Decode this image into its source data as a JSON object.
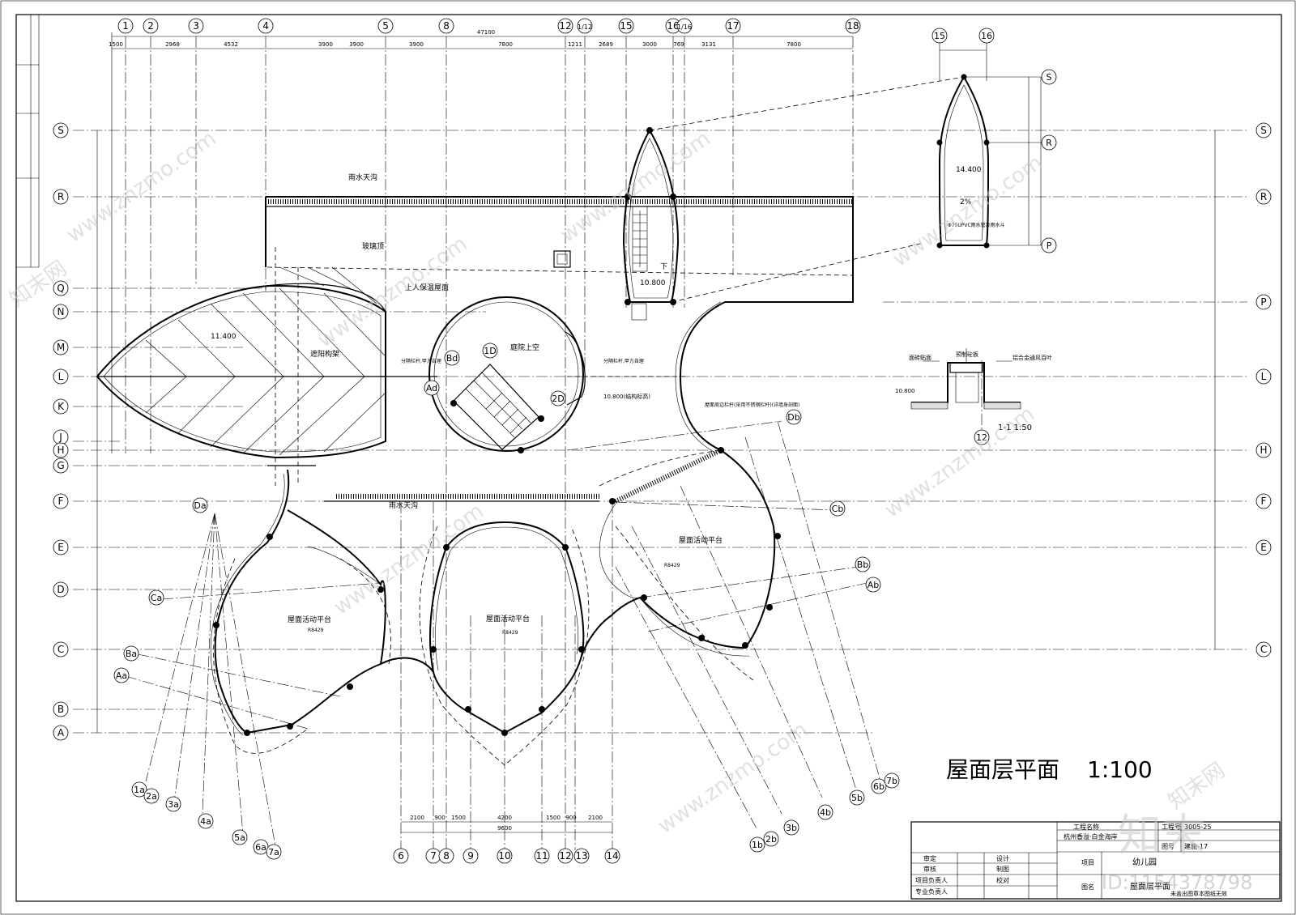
{
  "sheet": {
    "title": "屋面层平面",
    "scale": "1:100"
  },
  "axes": {
    "top": [
      "1",
      "2",
      "3",
      "4",
      "5",
      "8",
      "12",
      "1/12",
      "15",
      "16",
      "1/16",
      "17",
      "18"
    ],
    "bottom": [
      "6",
      "7",
      "8",
      "9",
      "10",
      "11",
      "12",
      "13",
      "14"
    ],
    "left": [
      "S",
      "R",
      "Q",
      "N",
      "M",
      "L",
      "K",
      "J",
      "H",
      "G",
      "F",
      "E",
      "D",
      "C",
      "B",
      "A"
    ],
    "right": [
      "S",
      "R",
      "P",
      "L",
      "H",
      "F",
      "E",
      "C"
    ],
    "radial_left": [
      "1a",
      "2a",
      "3a",
      "4a",
      "5a",
      "6a",
      "7a",
      "Aa",
      "Ba",
      "Ca",
      "Da"
    ],
    "radial_right": [
      "1b",
      "2b",
      "3b",
      "4b",
      "5b",
      "6b",
      "7b",
      "Ab",
      "Bb",
      "Cb",
      "Db"
    ],
    "internal": [
      "1D",
      "Bd",
      "Ad",
      "2D"
    ]
  },
  "top_dimensions": [
    "1500",
    "2968",
    "4532",
    "3900",
    "3900",
    "3900",
    "7800",
    "1211",
    "2689",
    "3000",
    "769",
    "3131",
    "7800"
  ],
  "total_dimension": "47100",
  "bottom_dimensions": [
    "2100",
    "900",
    "1500",
    "4200",
    "1500",
    "900",
    "2100"
  ],
  "bottom_total": "9600",
  "labels": {
    "rain_gutter": "雨水天沟",
    "glass_roof": "玻璃顶",
    "accessible_roof": "上人保温屋面",
    "courtyard_void": "庭院上空",
    "sunshade": "遮阳构架",
    "roof_platform": "屋面活动平台",
    "elev_1140": "11.400",
    "elev_1080": "10.800",
    "elev_1080_struct": "10.800(结构标高)",
    "elev_1440": "14.400",
    "slope": "2%",
    "down": "下",
    "pipe_note": "Φ75UPVC雨水管及雨水斗",
    "parapet_note": "分隔栏杆,甲方自理",
    "edge_note": "屋面周边栏杆(采用不锈钢栏杆)(详墙身剖面)",
    "section_title": "1-1  1:50",
    "precast": "预制砼板",
    "flash": "面砖贴面",
    "louver": "铝合金通风百叶",
    "radius": "R8429"
  },
  "title_block": {
    "project_label": "工程名称",
    "project_name": "杭州香溢·白金海岸",
    "job_no_label": "工程号",
    "job_no": "3005-25",
    "sheet_no_label": "图号",
    "sheet_no": "建施-17",
    "item_label": "项目",
    "item": "幼儿园",
    "drawing_label": "图名",
    "drawing": "屋面层平面",
    "roles": [
      "审定",
      "审核",
      "项目负责人",
      "专业负责人"
    ],
    "roles2": [
      "设计",
      "制图",
      "校对"
    ],
    "note": "未盖出图章本图纸无效"
  },
  "watermark": {
    "site": "www.znzmo.com",
    "brand": "知末网",
    "logo": "知末",
    "id": "ID:1154378798"
  }
}
